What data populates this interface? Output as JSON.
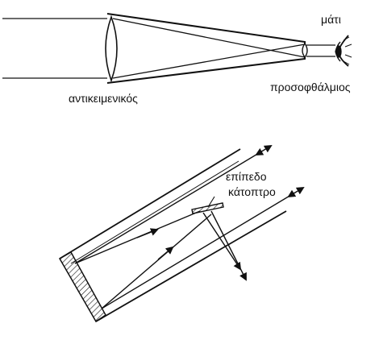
{
  "refracting_telescope": {
    "eye_label": "μάτι",
    "objective_label": "αντικειμενικός",
    "eyepiece_label": "προσοφθάλμιος"
  },
  "reflecting_telescope": {
    "mirror_label_line1": "επίπεδο",
    "mirror_label_line2": "κάτοπτρο"
  },
  "colors": {
    "ink": "#111111",
    "background": "#ffffff"
  }
}
